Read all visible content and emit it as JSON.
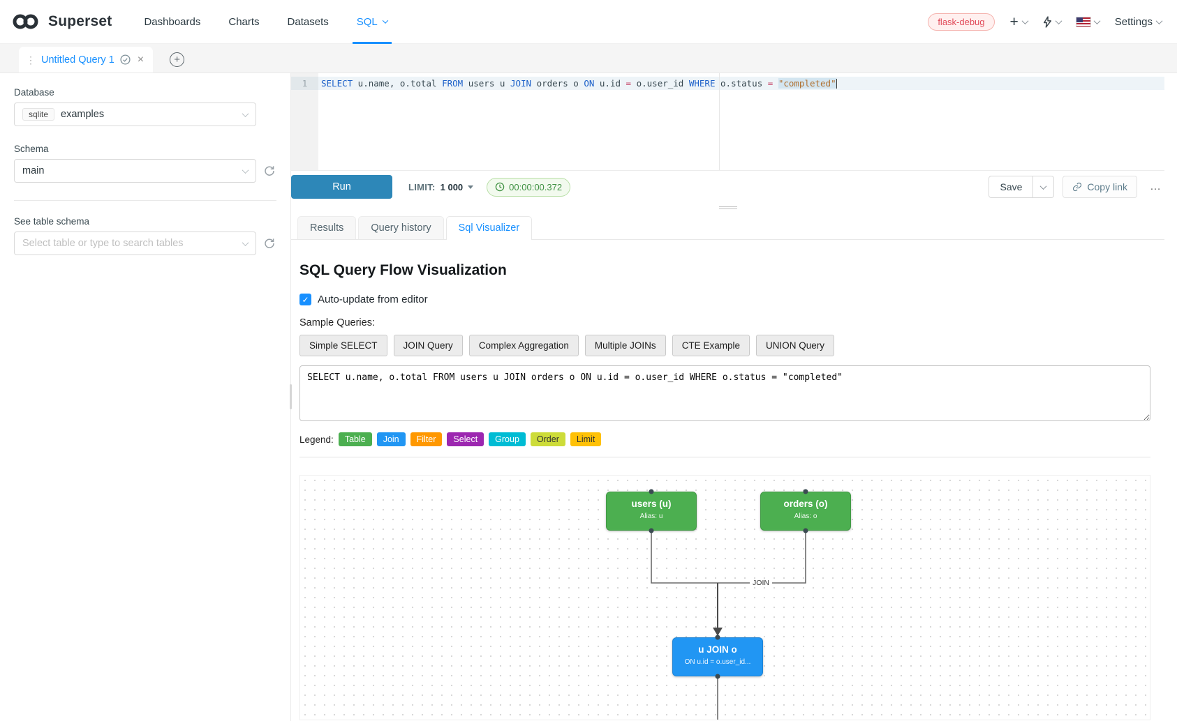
{
  "icons": {
    "close": "×",
    "add_tab": "+",
    "drag_handle": "⋮",
    "plus": "+",
    "checkmark": "✓",
    "more": "…"
  },
  "header": {
    "brand": "Superset",
    "nav": [
      {
        "label": "Dashboards"
      },
      {
        "label": "Charts"
      },
      {
        "label": "Datasets"
      },
      {
        "label": "SQL"
      }
    ],
    "env_badge": "flask-debug",
    "settings": "Settings",
    "accent_color": "#1890ff"
  },
  "tabs_bar": {
    "query_tab": "Untitled Query 1"
  },
  "sidebar": {
    "database": {
      "label": "Database",
      "tag": "sqlite",
      "value": "examples"
    },
    "schema": {
      "label": "Schema",
      "value": "main"
    },
    "table": {
      "label": "See table schema",
      "placeholder": "Select table or type to search tables"
    }
  },
  "editor": {
    "line_number": "1",
    "sql": "SELECT u.name, o.total FROM users u JOIN orders o ON u.id = o.user_id WHERE o.status = \"completed\"",
    "tokens": [
      "SELECT",
      " u.name, o.total ",
      "FROM",
      " users u ",
      "JOIN",
      " orders o ",
      "ON",
      " u.id ",
      "=",
      " o.user_id ",
      "WHERE",
      " o.status ",
      "=",
      " ",
      "\"completed\""
    ]
  },
  "toolbar": {
    "run": "Run",
    "limit_label": "LIMIT:",
    "limit_value": "1 000",
    "timer": "00:00:00.372",
    "timer_color": "#3f9142",
    "save": "Save",
    "copy_link": "Copy link"
  },
  "result_tabs": [
    {
      "label": "Results"
    },
    {
      "label": "Query history"
    },
    {
      "label": "Sql Visualizer"
    }
  ],
  "visualizer": {
    "title": "SQL Query Flow Visualization",
    "auto_update": "Auto-update from editor",
    "sample_label": "Sample Queries:",
    "samples": [
      "Simple SELECT",
      "JOIN Query",
      "Complex Aggregation",
      "Multiple JOINs",
      "CTE Example",
      "UNION Query"
    ],
    "sql": "SELECT u.name, o.total FROM users u JOIN orders o ON u.id = o.user_id WHERE o.status = \"completed\"",
    "legend_label": "Legend:",
    "legend": [
      {
        "label": "Table",
        "color": "#4caf50",
        "text_color": "#ffffff"
      },
      {
        "label": "Join",
        "color": "#2196f3",
        "text_color": "#ffffff"
      },
      {
        "label": "Filter",
        "color": "#ff9800",
        "text_color": "#ffffff"
      },
      {
        "label": "Select",
        "color": "#9c27b0",
        "text_color": "#ffffff"
      },
      {
        "label": "Group",
        "color": "#00bcd4",
        "text_color": "#ffffff"
      },
      {
        "label": "Order",
        "color": "#cddc39",
        "text_color": "#333333"
      },
      {
        "label": "Limit",
        "color": "#ffc107",
        "text_color": "#333333"
      }
    ],
    "flow": {
      "nodes": [
        {
          "title": "users (u)",
          "subtitle": "Alias: u",
          "color": "#4caf50"
        },
        {
          "title": "orders (o)",
          "subtitle": "Alias: o",
          "color": "#4caf50"
        },
        {
          "title": "u JOIN o",
          "subtitle": "ON u.id = o.user_id...",
          "color": "#2196f3"
        }
      ],
      "edge_label": "JOIN"
    }
  }
}
